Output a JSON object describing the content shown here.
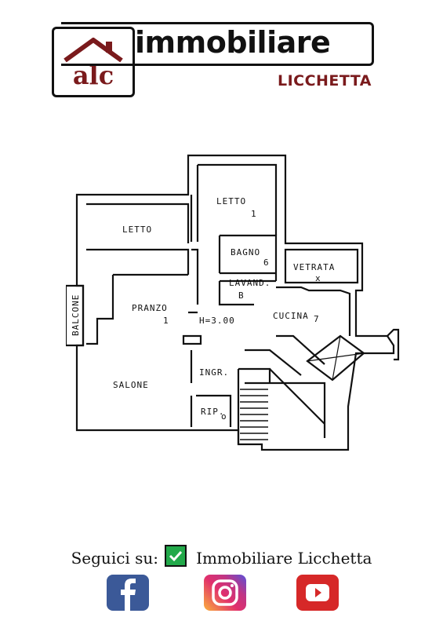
{
  "header": {
    "logo_mark": "alc",
    "logo_word": "immobiliare",
    "logo_sub": "LICCHETTA"
  },
  "floorplan": {
    "rooms": {
      "letto_top": "LETTO",
      "letto_top_num": "1",
      "letto_left": "LETTO",
      "bagno": "BAGNO",
      "bagno_num": "6",
      "vetrata": "VETRATA",
      "vetrata_mark": "x",
      "lavand": "LAVAND.",
      "lavand_mark": "B",
      "balcone": "BALCONE",
      "pranzo": "PRANZO",
      "pranzo_num": "1",
      "height": "H=3.00",
      "cucina": "CUCINA",
      "cucina_num": "7",
      "ingr": "INGR.",
      "salone": "SALONE",
      "rip": "RIP.",
      "rip_mark": "o"
    }
  },
  "footer": {
    "follow_label": "Seguici su:",
    "brand_name": "Immobiliare Licchetta"
  },
  "social": [
    "facebook",
    "instagram",
    "youtube"
  ],
  "colors": {
    "brand_red": "#7a1a1c",
    "fb": "#3b5998",
    "yt": "#d62828",
    "check": "#22a94a"
  }
}
